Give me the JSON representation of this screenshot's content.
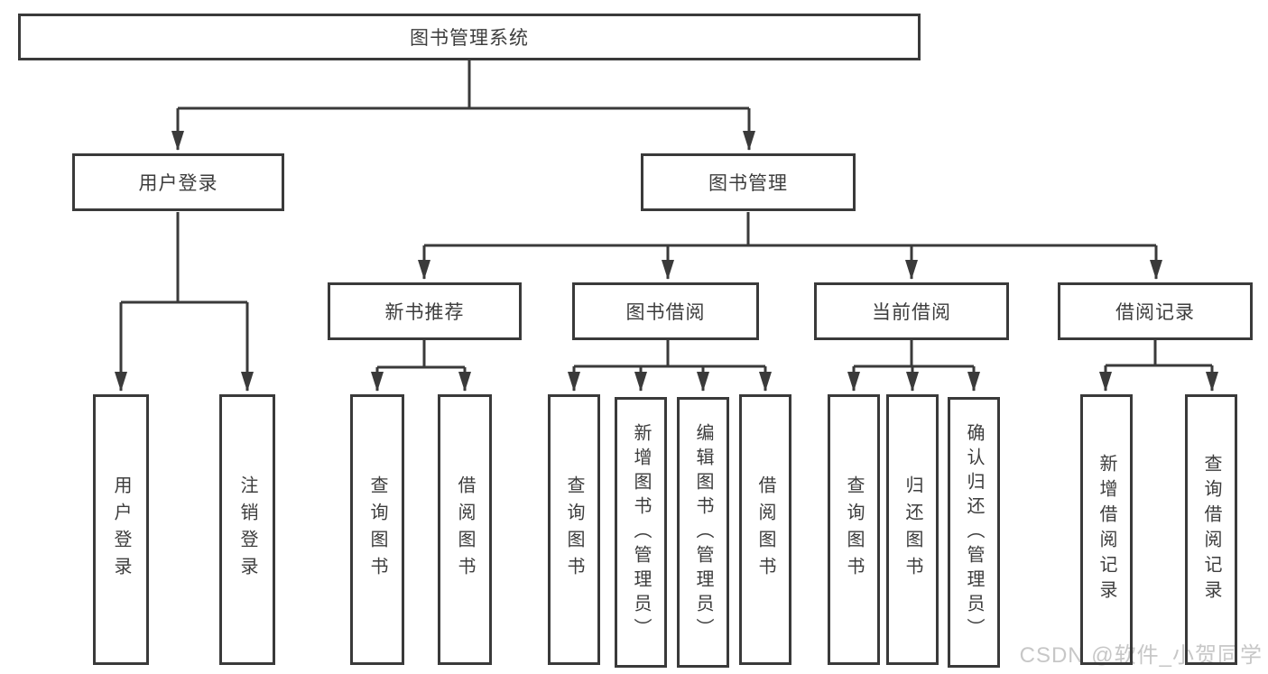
{
  "diagram": {
    "root": {
      "label": "图书管理系统"
    },
    "level2": {
      "user_login": {
        "label": "用户登录"
      },
      "book_management": {
        "label": "图书管理"
      }
    },
    "level3": {
      "new_book_recommend": {
        "label": "新书推荐"
      },
      "book_borrow": {
        "label": "图书借阅"
      },
      "current_borrow": {
        "label": "当前借阅"
      },
      "borrow_records": {
        "label": "借阅记录"
      }
    },
    "leaves": {
      "user_login": [
        "用户登录",
        "注销登录"
      ],
      "new_book_recommend": [
        "查询图书",
        "借阅图书"
      ],
      "book_borrow": [
        "查询图书",
        "新增图书（管理员）",
        "编辑图书（管理员）",
        "借阅图书"
      ],
      "current_borrow": [
        "查询图书",
        "归还图书",
        "确认归还（管理员）"
      ],
      "borrow_records": [
        "新增借阅记录",
        "查询借阅记录"
      ]
    },
    "watermark": "CSDN @软件_小贺同学",
    "colors": {
      "line": "#3a3a3a",
      "text": "#3d3d3d",
      "watermark": "#c7c7c7",
      "background": "#ffffff"
    }
  }
}
